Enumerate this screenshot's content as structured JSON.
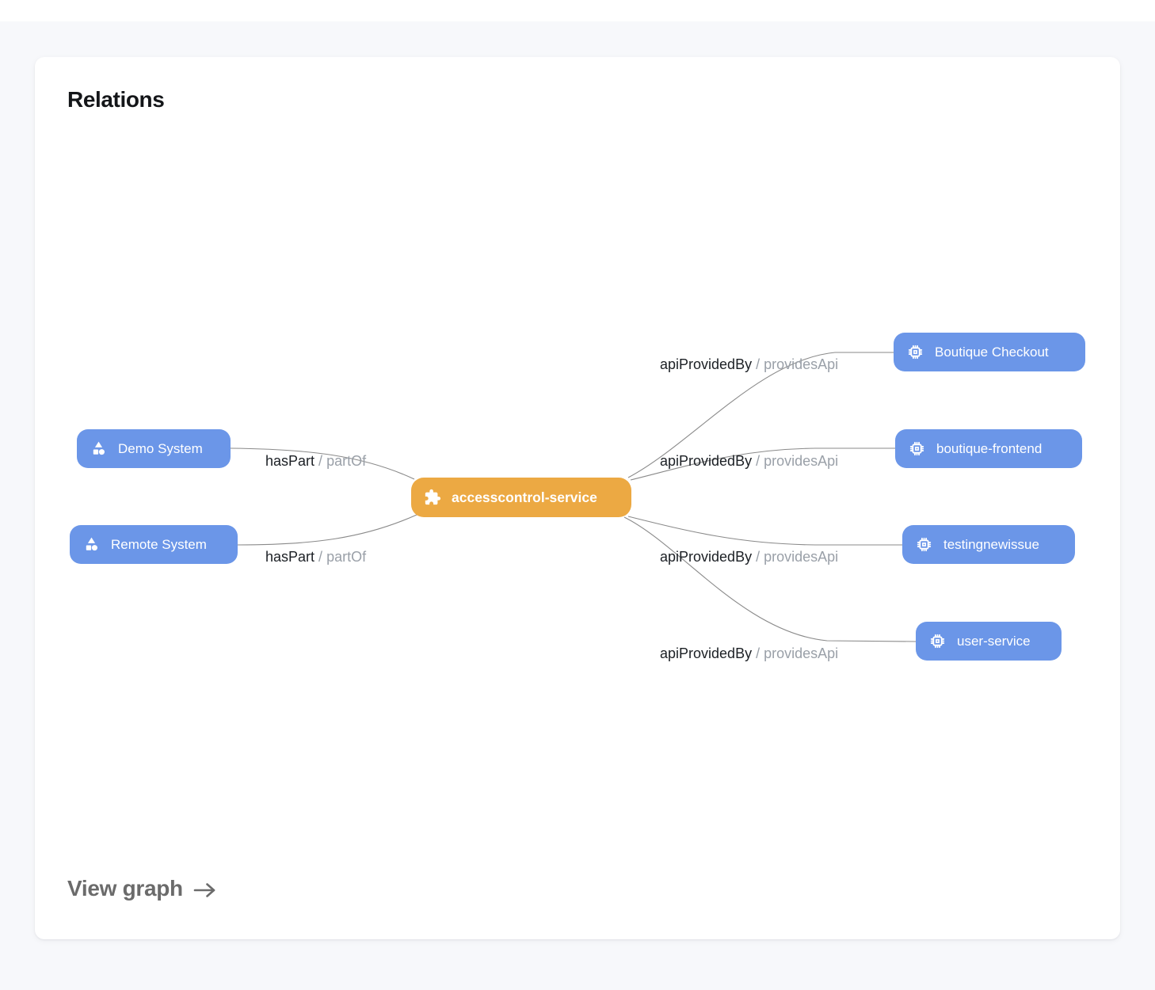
{
  "title": "Relations",
  "footer": {
    "view_graph_label": "View graph"
  },
  "edge_separator": "/",
  "graph": {
    "center": {
      "label": "accesscontrol-service",
      "icon": "puzzle-icon"
    },
    "left_nodes": [
      {
        "label": "Demo System",
        "icon": "system-icon"
      },
      {
        "label": "Remote System",
        "icon": "system-icon"
      }
    ],
    "right_nodes": [
      {
        "label": "Boutique Checkout",
        "icon": "chip-icon"
      },
      {
        "label": "boutique-frontend",
        "icon": "chip-icon"
      },
      {
        "label": "testingnewissue",
        "icon": "chip-icon"
      },
      {
        "label": "user-service",
        "icon": "chip-icon"
      }
    ],
    "edges": [
      {
        "forward": "hasPart",
        "reverse": "partOf"
      },
      {
        "forward": "hasPart",
        "reverse": "partOf"
      },
      {
        "forward": "apiProvidedBy",
        "reverse": "providesApi"
      },
      {
        "forward": "apiProvidedBy",
        "reverse": "providesApi"
      },
      {
        "forward": "apiProvidedBy",
        "reverse": "providesApi"
      },
      {
        "forward": "apiProvidedBy",
        "reverse": "providesApi"
      }
    ]
  },
  "colors": {
    "node-blue": "#6B96E8",
    "node-orange": "#ECA943",
    "edge-line": "#8A8A8A",
    "label-primary": "#1B1F24",
    "label-secondary": "#9AA0A8",
    "page-background": "#F7F8FB",
    "card-background": "#FFFFFF"
  }
}
